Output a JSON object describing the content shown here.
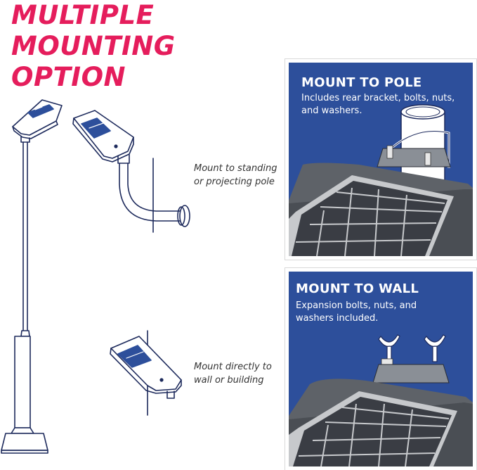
{
  "title": {
    "lines": [
      "MULTIPLE",
      "MOUNTING",
      "OPTION"
    ],
    "color": "#e51d5c"
  },
  "captions": {
    "pole": [
      "Mount to standing",
      "or projecting pole"
    ],
    "wall": [
      "Mount directly to",
      "wall or building"
    ]
  },
  "panels": {
    "pole": {
      "heading": "MOUNT TO POLE",
      "desc": [
        "Includes rear bracket, bolts, nuts,",
        "and washers."
      ]
    },
    "wall": {
      "heading": "MOUNT TO WALL",
      "desc": [
        "Expansion bolts, nuts, and",
        "washers included."
      ]
    },
    "background_color": "#2d4f9b"
  },
  "icons": [
    "standing-pole-light-icon",
    "projecting-pole-light-icon",
    "wall-light-icon"
  ],
  "colors": {
    "line": "#1d2a5c",
    "solar_cell": "#2d4f9b"
  }
}
